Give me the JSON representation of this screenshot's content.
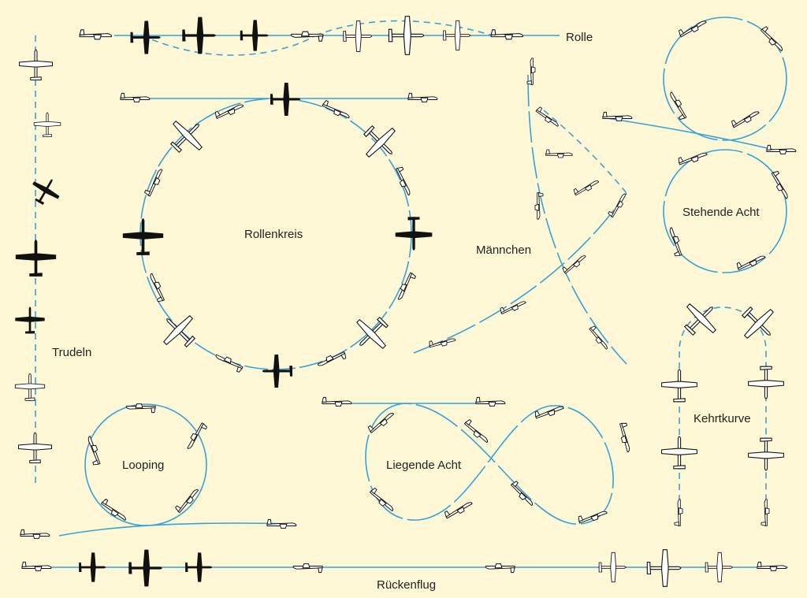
{
  "figures": {
    "rolle": "Rolle",
    "trudeln": "Trudeln",
    "rollenkreis": "Rollenkreis",
    "maennchen": "Männchen",
    "stehende_acht": "Stehende Acht",
    "kehrtkurve": "Kehrtkurve",
    "looping": "Looping",
    "liegende_acht": "Liegende Acht",
    "rueckenflug": "Rückenflug"
  },
  "colors": {
    "background": "#fdf7d6",
    "path": "#35a3d8",
    "plane": "#111111"
  }
}
